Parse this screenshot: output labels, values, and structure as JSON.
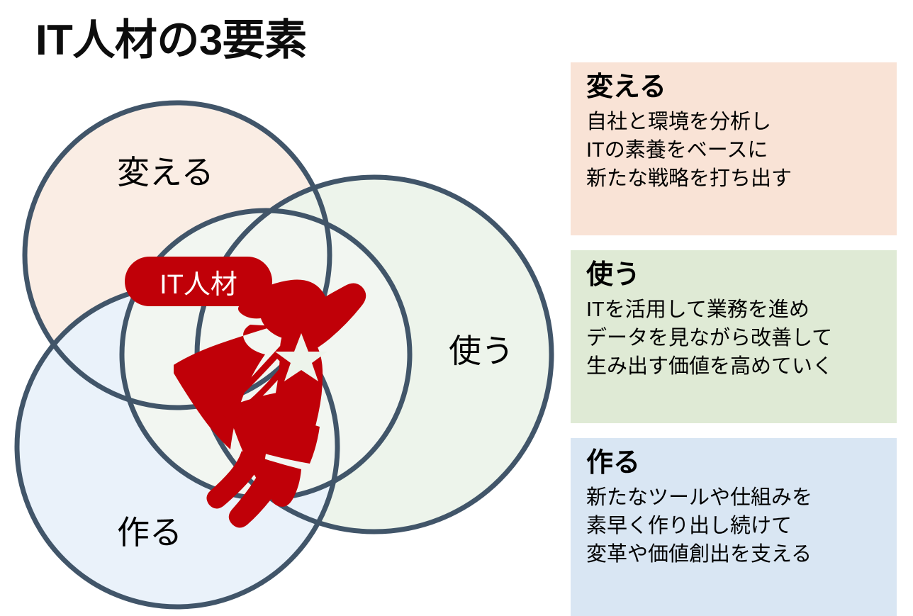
{
  "page": {
    "title": "IT人材の3要素",
    "background_color": "#FFFFFF"
  },
  "venn": {
    "stroke_color": "#415569",
    "center_badge": {
      "label": "IT人材",
      "background_color": "#C00008",
      "text_color": "#FFFFFF"
    },
    "hero_icon": {
      "name": "superhero-flying-icon",
      "color": "#C00008"
    },
    "circles": [
      {
        "id": "kaeru",
        "label": "変える",
        "fill_color": "#FAEDE4",
        "position": "top-left"
      },
      {
        "id": "tsukau",
        "label": "使う",
        "fill_color": "#EDF4EB",
        "position": "right"
      },
      {
        "id": "tsukuru",
        "label": "作る",
        "fill_color": "#EAF2FA",
        "position": "bottom-left"
      }
    ]
  },
  "panels": [
    {
      "id": "kaeru",
      "heading": "変える",
      "background_color": "#F9E3D6",
      "lines": [
        "自社と環境を分析し",
        "ITの素養をベースに",
        "新たな戦略を打ち出す"
      ]
    },
    {
      "id": "tsukau",
      "heading": "使う",
      "background_color": "#DFEAD5",
      "lines": [
        "ITを活用して業務を進め",
        "データを見ながら改善して",
        "生み出す価値を高めていく"
      ]
    },
    {
      "id": "tsukuru",
      "heading": "作る",
      "background_color": "#D9E6F3",
      "lines": [
        "新たなツールや仕組みを",
        "素早く作り出し続けて",
        "変革や価値創出を支える"
      ]
    }
  ]
}
